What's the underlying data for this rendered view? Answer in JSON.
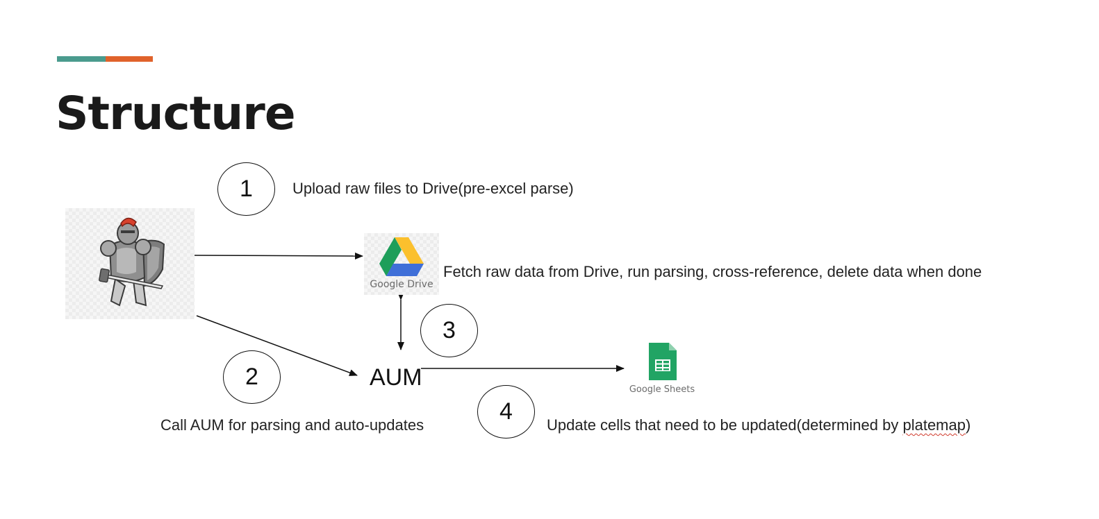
{
  "slide": {
    "title": "Structure",
    "accent_colors": {
      "teal": "#4a9b8e",
      "orange": "#e0622b"
    }
  },
  "steps": [
    {
      "number": "1",
      "caption": "Upload raw files to Drive(pre-excel parse)"
    },
    {
      "number": "2",
      "caption": "Call AUM for parsing and auto-updates"
    },
    {
      "number": "3",
      "caption": "Fetch raw data from Drive, run parsing, cross-reference, delete data when done"
    },
    {
      "number": "4",
      "caption_prefix": "Update cells that need to be updated(determined by ",
      "caption_underlined": "platemap",
      "caption_suffix": ")"
    }
  ],
  "nodes": {
    "user": {
      "icon": "knight-icon"
    },
    "drive": {
      "icon": "google-drive-icon",
      "label": "Google Drive"
    },
    "aum": {
      "label": "AUM"
    },
    "sheets": {
      "icon": "google-sheets-icon",
      "label": "Google Sheets"
    }
  }
}
